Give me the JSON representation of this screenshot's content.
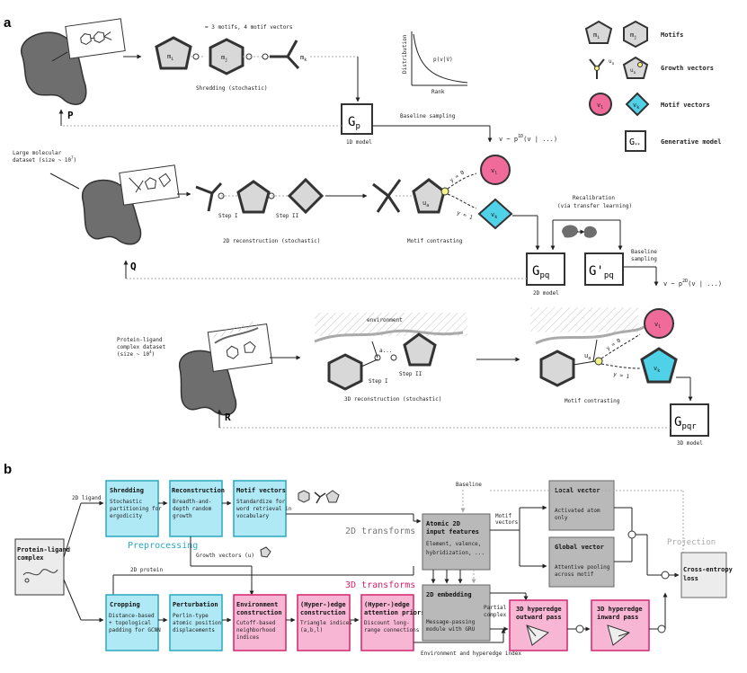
{
  "panel_a": {
    "label": "a",
    "shredding_note": "= 3 motifs, 4 motif vectors",
    "shredding": "Shredding (stochastic)",
    "motif_mi": "m",
    "motif_mi_sub": "i",
    "motif_mj": "m",
    "motif_mj_sub": "j",
    "motif_mk": "m",
    "motif_mk_sub": "k",
    "model_1d": {
      "main": "G",
      "sub": "p",
      "caption": "1D model"
    },
    "model_2d": {
      "main": "G",
      "sub": "pq",
      "caption": "2D model"
    },
    "model_2d_recal": {
      "main": "G'",
      "sub": "pq"
    },
    "model_3d": {
      "main": "G",
      "sub": "pqr",
      "caption": "3D model"
    },
    "p_label": "P",
    "q_label": "Q",
    "r_label": "R",
    "baseline_1d": "Baseline sampling",
    "v_1d": "v ~ p",
    "v_1d_sup": "1D",
    "v_1d_rest": "(v | ...)",
    "baseline_2d_1": "Baseline",
    "baseline_2d_2": "sampling",
    "v_2d": "v ~ p",
    "v_2d_sup": "2D",
    "v_2d_rest": "(v | ...)",
    "dist_ylabel": "Distribution",
    "dist_xlabel": "Rank",
    "dist_curve": "p(v|V)",
    "large_dataset_1": "Large molecular",
    "large_dataset_2": "dataset (size ~ 10",
    "large_dataset_sup": "7",
    "large_dataset_3": ")",
    "step1": "Step I",
    "step2": "Step II",
    "recon_2d": "2D reconstruction (stochastic)",
    "motif_contrasting": "Motif contrasting",
    "ua": "u",
    "ua_sub": "a",
    "vl": "v",
    "vl_sub": "l",
    "vk": "v",
    "vk_sub": "k",
    "y0": "y = 0",
    "y1": "y = 1",
    "recal_1": "Recalibration",
    "recal_2": "(via transfer learning)",
    "protein_ds_1": "Protein-ligand",
    "protein_ds_2": "complex dataset",
    "protein_ds_3": "(size ~ 10",
    "protein_ds_sup": "4",
    "protein_ds_4": ")",
    "environment": "environment",
    "recon_3d": "3D reconstruction (stochastic)",
    "abc": "a..."
  },
  "legend": {
    "motifs": "Motifs",
    "growth": "Growth vectors",
    "motif_vectors": "Motif vectors",
    "generative": "Generative model",
    "mi": "m",
    "mi_sub": "i",
    "mj": "m",
    "mj_sub": "j",
    "ua": "u",
    "ua_sub": "a",
    "vl": "v",
    "vl_sub": "l",
    "vk": "v",
    "vk_sub": "k",
    "g": "G",
    "g_sub": "**"
  },
  "panel_b": {
    "label": "b",
    "input_1": "Protein-ligand",
    "input_2": "complex",
    "ligand_2d": "2D ligand",
    "protein_2d": "2D protein",
    "preprocessing": "Preprocessing",
    "transforms_2d": "2D transforms",
    "transforms_3d": "3D transforms",
    "growth_note": "Growth vectors (u)",
    "baseline": "Baseline",
    "motif_vectors_side_1": "Motif",
    "motif_vectors_side_2": "vectors",
    "partial_1": "Partial",
    "partial_2": "complex",
    "env_hyper": "Environment and hyperedge index",
    "projection": "Projection",
    "shredding": {
      "title": "Shredding",
      "l1": "Stochastic",
      "l2": "partitioning for",
      "l3": "ergodicity"
    },
    "reconstruction": {
      "title": "Reconstruction",
      "l1": "Breadth-and-",
      "l2": "depth random",
      "l3": "growth"
    },
    "motif_vectors": {
      "title": "Motif vectors",
      "l1": "Standardize for",
      "l2": "word retrieval in",
      "l3": "vocabulary"
    },
    "cropping": {
      "title": "Cropping",
      "l1": "Distance-based",
      "l2": "+ topological",
      "l3": "padding for GCNN"
    },
    "perturbation": {
      "title": "Perturbation",
      "l1": "Perlin-type",
      "l2": "atomic position",
      "l3": "displacements"
    },
    "environment": {
      "title1": "Environment",
      "title2": "construction",
      "l1": "Cutoff-based",
      "l2": "neighborhood",
      "l3": "indices"
    },
    "hyperedge": {
      "title1": "(Hyper-)edge",
      "title2": "construction",
      "l1": "Triangle indices",
      "l2": "(a,b,l)"
    },
    "priors": {
      "title1": "(Hyper-)edge",
      "title2": "attention priors",
      "l1": "Discount long-",
      "l2": "range connections"
    },
    "atomic": {
      "title1": "Atomic 2D",
      "title2": "input features",
      "l1": "Element, valence,",
      "l2": "hybridization, ..."
    },
    "embedding": {
      "title": "2D embedding",
      "l1": "Message-passing",
      "l2": "module with GRU"
    },
    "local": {
      "title": "Local vector",
      "l1": "Activated atom",
      "l2": "only"
    },
    "global": {
      "title": "Global vector",
      "l1": "Attentive pooling",
      "l2": "across motif"
    },
    "outward": {
      "title1": "3D hyperedge",
      "title2": "outward pass"
    },
    "inward": {
      "title1": "3D hyperedge",
      "title2": "inward pass"
    },
    "ce": {
      "l1": "Cross-entropy",
      "l2": "loss"
    }
  },
  "colors": {
    "cyan": "#aee9f5",
    "cyan_stroke": "#2aa7bf",
    "pink": "#f7b7d4",
    "pink_stroke": "#d6246e",
    "gray_box": "#b9b9b9",
    "blob": "#6e6e6e",
    "motif_fill": "#d8d8d8",
    "vl_pink": "#f06a9a",
    "vk_cyan": "#4fd1e8",
    "teal_text": "#2aa7bf",
    "pink_text": "#d6246e"
  }
}
